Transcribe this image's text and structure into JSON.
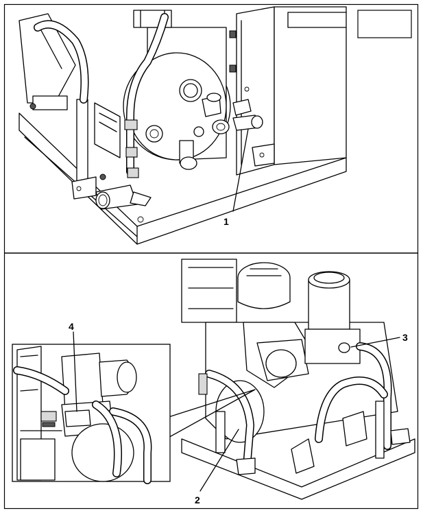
{
  "callouts": {
    "c1": "1",
    "c2": "2",
    "c3": "3",
    "c4": "4"
  },
  "icons": {
    "top_right_box": "blank-label-box-icon"
  }
}
